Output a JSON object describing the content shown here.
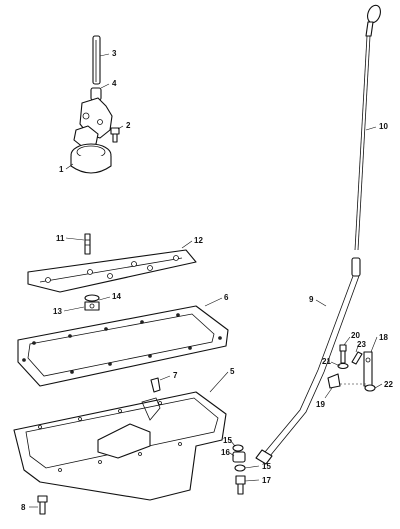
{
  "callouts": [
    {
      "id": "c1",
      "text": "1"
    },
    {
      "id": "c2",
      "text": "2"
    },
    {
      "id": "c3",
      "text": "3"
    },
    {
      "id": "c4",
      "text": "4"
    },
    {
      "id": "c5",
      "text": "5"
    },
    {
      "id": "c6",
      "text": "6"
    },
    {
      "id": "c7",
      "text": "7"
    },
    {
      "id": "c8",
      "text": "8"
    },
    {
      "id": "c9",
      "text": "9"
    },
    {
      "id": "c10",
      "text": "10"
    },
    {
      "id": "c11",
      "text": "11"
    },
    {
      "id": "c12",
      "text": "12"
    },
    {
      "id": "c13",
      "text": "13"
    },
    {
      "id": "c14",
      "text": "14"
    },
    {
      "id": "c15a",
      "text": "15"
    },
    {
      "id": "c15b",
      "text": "15"
    },
    {
      "id": "c16",
      "text": "16"
    },
    {
      "id": "c17",
      "text": "17"
    },
    {
      "id": "c18",
      "text": "18"
    },
    {
      "id": "c19",
      "text": "19"
    },
    {
      "id": "c20",
      "text": "20"
    },
    {
      "id": "c21",
      "text": "21"
    },
    {
      "id": "c22",
      "text": "22"
    },
    {
      "id": "c23",
      "text": "23"
    }
  ]
}
